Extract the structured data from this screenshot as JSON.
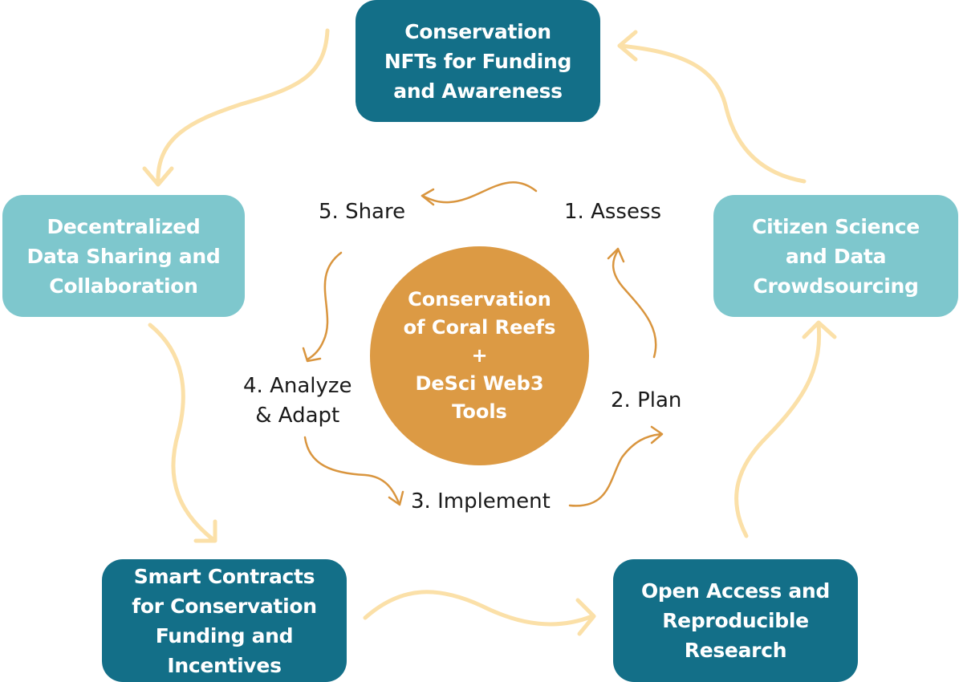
{
  "outer_boxes": {
    "top": "Conservation\nNFTs for Funding\nand Awareness",
    "left": "Decentralized\nData Sharing and\nCollaboration",
    "right": "Citizen Science\nand Data\nCrowdsourcing",
    "bottom_left": "Smart Contracts\nfor Conservation\nFunding and\nIncentives",
    "bottom_right": "Open Access and\nReproducible\nResearch"
  },
  "center": "Conservation\nof Coral Reefs\n+\nDeSci Web3\nTools",
  "steps": {
    "assess": "1. Assess",
    "plan": "2. Plan",
    "implement": "3. Implement",
    "analyze": "4. Analyze\n& Adapt",
    "share": "5. Share"
  },
  "colors": {
    "dark_teal": "#136f88",
    "light_teal": "#7ec7cd",
    "orange": "#dc9a44",
    "outer_arrow": "#fbe0a8",
    "inner_arrow": "#d9953e"
  }
}
